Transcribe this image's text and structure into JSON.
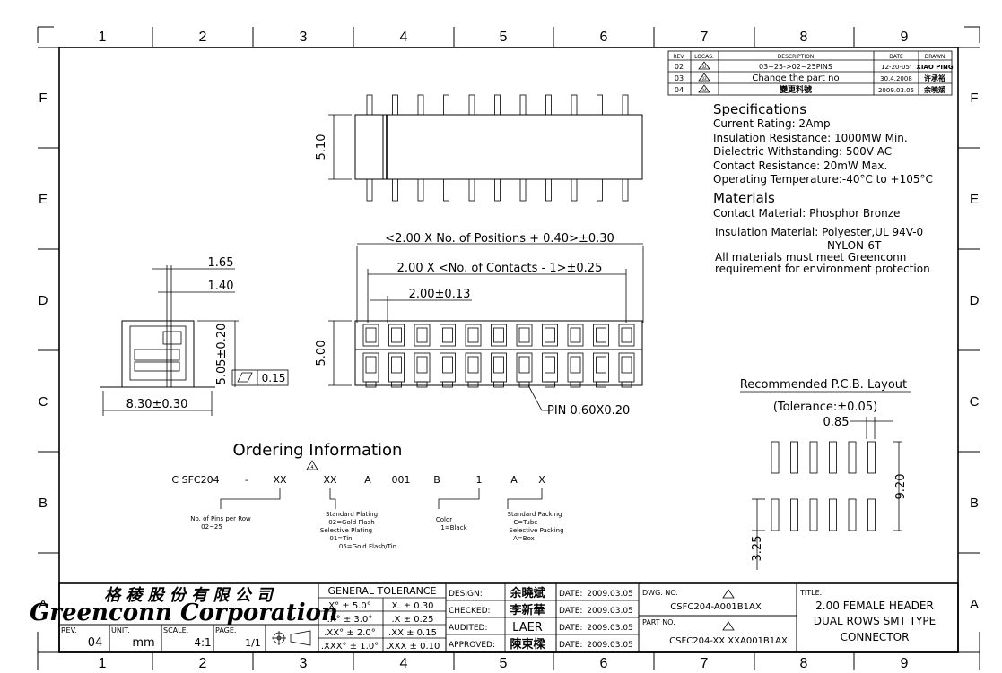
{
  "grid": {
    "columns": [
      "1",
      "2",
      "3",
      "4",
      "5",
      "6",
      "7",
      "8",
      "9"
    ],
    "rows": [
      "F",
      "E",
      "D",
      "C",
      "B",
      "A"
    ]
  },
  "revisions": {
    "headers": [
      "REV.",
      "LOCAS.",
      "DESCRIPTION",
      "DATE",
      "DRAWN"
    ],
    "rows": [
      {
        "rev": "02",
        "loc": "02",
        "desc": "03~25->02~25PINS",
        "date": "12-20-05'",
        "drawn": "XIAO PING"
      },
      {
        "rev": "03",
        "loc": "03",
        "desc": "Change the part no",
        "date": "30.4.2008",
        "drawn": "许承裕"
      },
      {
        "rev": "04",
        "loc": "04",
        "desc": "變更料號",
        "date": "2009.03.05",
        "drawn": "余曉斌"
      }
    ]
  },
  "specs": {
    "title": "Specifications",
    "lines": [
      "Current Rating:  2Amp",
      "Insulation Resistance:   1000MW Min.",
      "Dielectric Withstanding:   500V AC",
      "Contact Resistance:   20mW Max.",
      "Operating Temperature:-40°C  to  +105°C"
    ],
    "materials_title": "Materials",
    "materials": [
      "Contact Material: Phosphor Bronze",
      "Insulation Material: Polyester,UL 94V-0",
      "NYLON-6T",
      "All materials must meet Greenconn",
      "requirement for environment protection"
    ]
  },
  "dims": {
    "top_height": "5.10",
    "side_w1": "1.65",
    "side_w2": "1.40",
    "side_h": "5.05±0.20",
    "side_w": "8.30±0.30",
    "flat": "0.15",
    "pos_formula": "<2.00 X No. of Positions + 0.40>±0.30",
    "contacts_formula": "2.00 X <No. of Contacts - 1>±0.25",
    "pitch": "2.00±0.13",
    "front_h": "5.00",
    "pin": "PIN 0.60X0.20"
  },
  "pcb": {
    "title": "Recommended P.C.B. Layout",
    "tolerance": "(Tolerance:±0.05)",
    "pad_w": "0.85",
    "span": "9.20",
    "pad_h": "3.25"
  },
  "ordering": {
    "title": "Ordering Information",
    "rev_marker": "4",
    "code": [
      "C SFC204",
      "-",
      "XX",
      "XX",
      "A",
      "001",
      "B",
      "1",
      "A",
      "X"
    ],
    "notes": {
      "pins": [
        "No. of Pins per Row",
        "02~25"
      ],
      "plating": [
        "Standard Plating",
        "02=Gold Flash",
        "Selective Plating",
        "01=Tin",
        "05=Gold Flash/Tin"
      ],
      "color": [
        "Color",
        "1=Black"
      ],
      "packing": [
        "Standard Packing",
        "C=Tube",
        "Selective Packing",
        "A=Box"
      ]
    }
  },
  "titleblock": {
    "company_cn": "格 稜 股 份 有 限 公 司",
    "company_en": "Greenconn Corporation",
    "rev_label": "REV.",
    "rev": "04",
    "unit_label": "UNIT.",
    "unit": "mm",
    "scale_label": "SCALE.",
    "scale": "4:1",
    "page_label": "PAGE.",
    "page": "1/1",
    "tol_title": "GENERAL  TOLERANCE",
    "tol": [
      [
        "X° ± 5.0°",
        "X.   ± 0.30"
      ],
      [
        ".X° ± 3.0°",
        ".X    ± 0.25"
      ],
      [
        ".XX° ± 2.0°",
        ".XX   ± 0.15"
      ],
      [
        ".XXX° ± 1.0°",
        ".XXX  ± 0.10"
      ]
    ],
    "approvals": [
      {
        "label": "DESIGN:",
        "name": "余曉斌",
        "date_label": "DATE:",
        "date": "2009.03.05"
      },
      {
        "label": "CHECKED:",
        "name": "李新華",
        "date_label": "DATE:",
        "date": "2009.03.05"
      },
      {
        "label": "AUDITED:",
        "name": "LAER",
        "date_label": "DATE:",
        "date": "2009.03.05"
      },
      {
        "label": "APPROVED:",
        "name": "陳東樑",
        "date_label": "DATE:",
        "date": "2009.03.05"
      }
    ],
    "dwg_label": "DWG. NO.",
    "dwg_no": "CSFC204-A001B1AX",
    "part_label": "PART NO.",
    "part_no": "CSFC204-XX XXA001B1AX",
    "title_label": "TITLE.",
    "title_lines": [
      "2.00 FEMALE HEADER",
      "DUAL ROWS SMT TYPE",
      "CONNECTOR"
    ]
  }
}
